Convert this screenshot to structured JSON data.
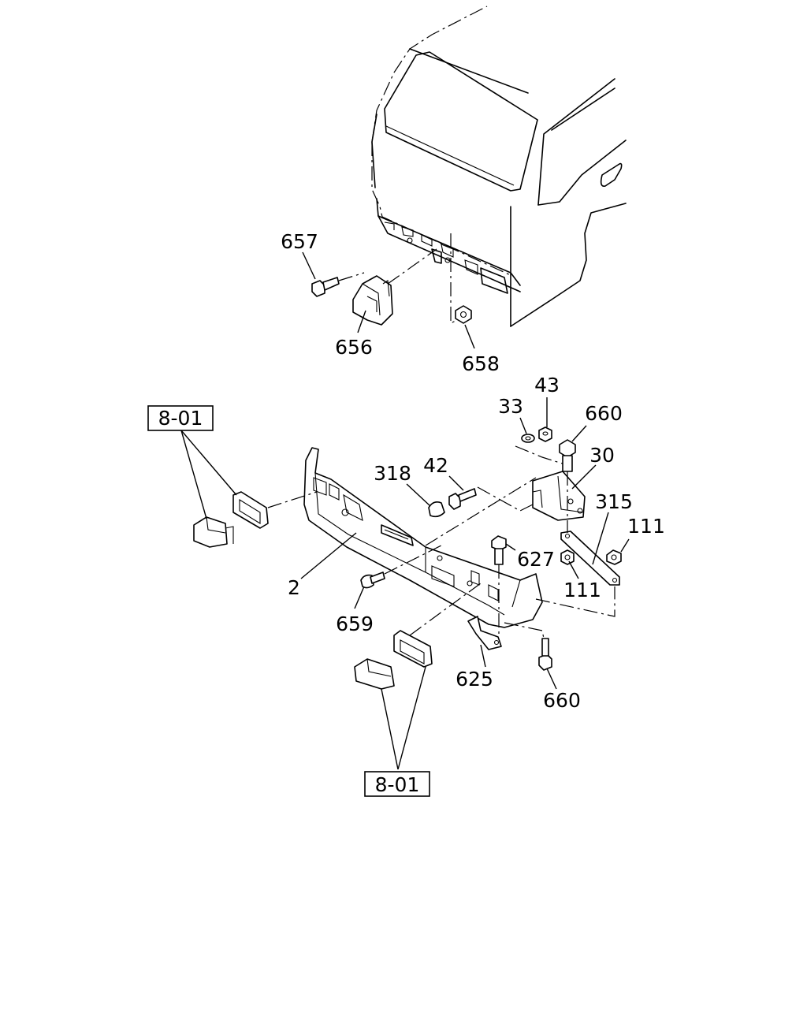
{
  "callouts": {
    "c657": "657",
    "c656": "656",
    "c658": "658",
    "c33": "33",
    "c43": "43",
    "c660a": "660",
    "c30": "30",
    "c318": "318",
    "c42": "42",
    "c315": "315",
    "c111a": "111",
    "c627": "627",
    "c111b": "111",
    "c2": "2",
    "c659": "659",
    "c625": "625",
    "c660b": "660"
  },
  "references": {
    "ref_upper": "8-01",
    "ref_lower": "8-01"
  },
  "colors": {
    "line": "#000000",
    "background": "#ffffff"
  }
}
